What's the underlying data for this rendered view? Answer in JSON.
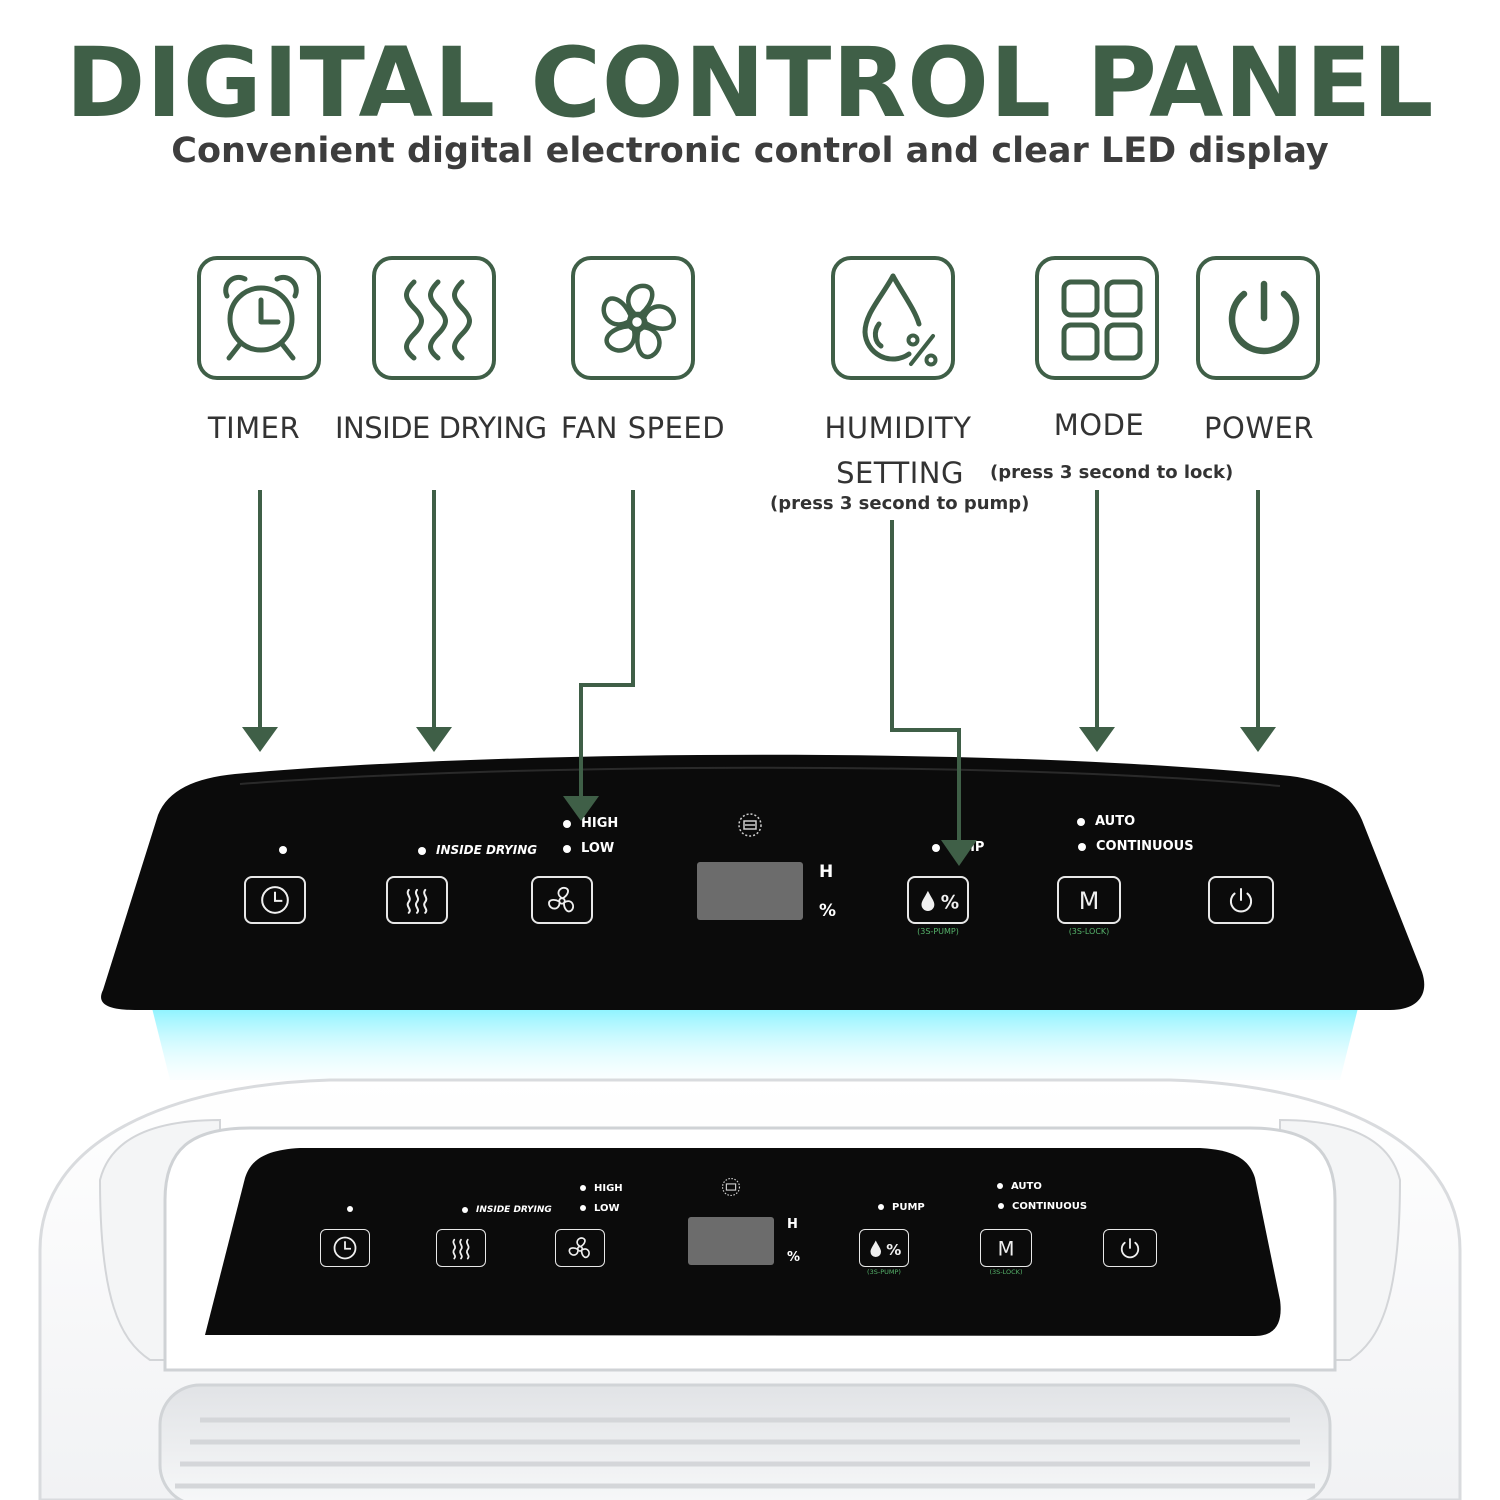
{
  "header": {
    "title": "DIGITAL CONTROL PANEL",
    "subtitle": "Convenient digital electronic control and clear LED display"
  },
  "features": [
    {
      "label": "TIMER",
      "icon": "alarm-clock-icon"
    },
    {
      "label": "INSIDE DRYING",
      "icon": "heat-waves-icon"
    },
    {
      "label": "FAN SPEED",
      "icon": "fan-icon"
    },
    {
      "label": "HUMIDITY",
      "label2": "SETTING",
      "note": "(press 3 second to pump)",
      "icon": "water-drop-percent-icon"
    },
    {
      "label": "MODE",
      "note": "(press 3 second to lock)",
      "icon": "mode-grid-icon"
    },
    {
      "label": "POWER",
      "icon": "power-icon"
    }
  ],
  "panel": {
    "inside_drying": "INSIDE DRYING",
    "high": "HIGH",
    "low": "LOW",
    "pump": "PUMP",
    "pump_partial": "MP",
    "auto": "AUTO",
    "continuous": "CONTINUOUS",
    "h_unit": "H",
    "pct_unit": "%",
    "pump_hint": "(3S-PUMP)",
    "lock_hint": "(3S-LOCK)",
    "mode_key": "M"
  },
  "colors": {
    "accent": "#3f5f47",
    "panel": "#0b0b0b",
    "glow": "#7ef0ff",
    "indicator_green": "#56b36b"
  }
}
